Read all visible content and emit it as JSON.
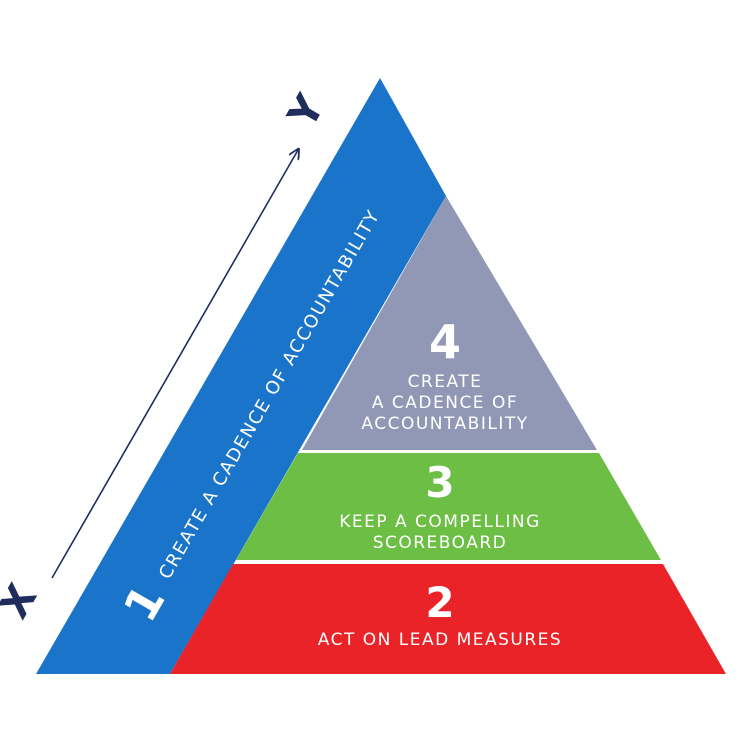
{
  "colors": {
    "blue": "#1a74c9",
    "gray": "#9198b5",
    "green": "#6cbe44",
    "red": "#ea2328",
    "navy": "#1f2d5c"
  },
  "side": {
    "number": "1",
    "label": "CREATE A CADENCE OF ACCOUNTABILITY"
  },
  "levels": [
    {
      "number": "4",
      "lines": [
        "CREATE",
        "A CADENCE OF",
        "ACCOUNTABILITY"
      ]
    },
    {
      "number": "3",
      "lines": [
        "KEEP A COMPELLING",
        "SCOREBOARD"
      ]
    },
    {
      "number": "2",
      "lines": [
        "ACT ON LEAD MEASURES"
      ]
    }
  ],
  "axis": {
    "start": "X",
    "end": "Y"
  }
}
